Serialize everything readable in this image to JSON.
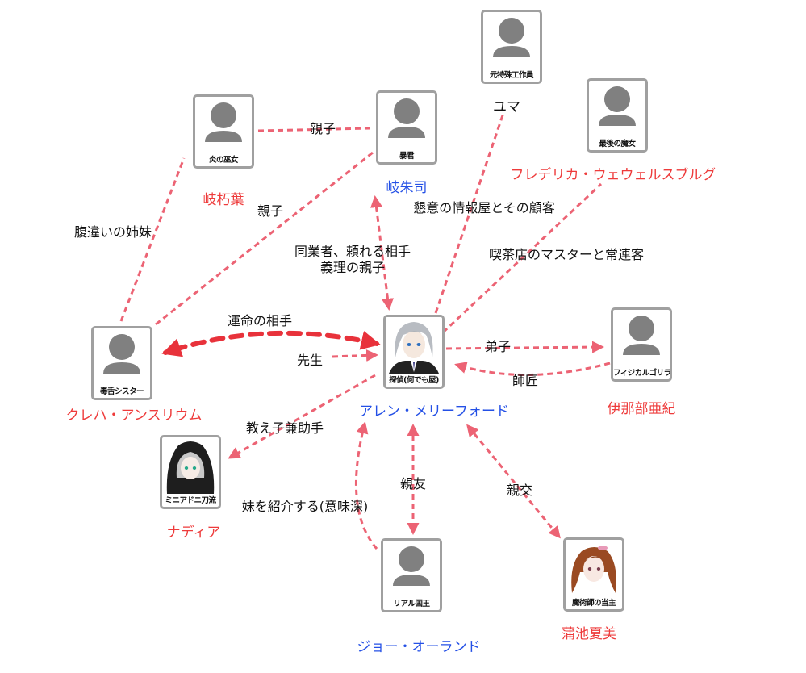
{
  "colors": {
    "edge": "#ec6374",
    "edge_strong": "#e8323b",
    "name_red": "#ee3b3b",
    "name_blue": "#2450e6",
    "card_border": "#a0a0a0",
    "avatar": "#808080"
  },
  "nodes": [
    {
      "id": "allen",
      "role": "探偵(何でも屋)",
      "name": "アレン・メリーフォード",
      "name_color": "blue",
      "avatar": "illustration-silver-hair"
    },
    {
      "id": "yuma",
      "role": "元特殊工作員",
      "name": "ユマ",
      "name_color": "black",
      "avatar": "default-person-icon"
    },
    {
      "id": "kishushi",
      "role": "暴君",
      "name": "岐朱司",
      "name_color": "blue",
      "avatar": "default-person-icon"
    },
    {
      "id": "kikyuuha",
      "role": "炎の巫女",
      "name": "岐朽葉",
      "name_color": "red",
      "avatar": "default-person-icon"
    },
    {
      "id": "frederica",
      "role": "最後の魔女",
      "name": "フレデリカ・ウェウェルスブルグ",
      "name_color": "red",
      "avatar": "default-person-icon"
    },
    {
      "id": "kureha",
      "role": "毒舌シスター",
      "name": "クレハ・アンスリウム",
      "name_color": "red",
      "avatar": "default-person-icon"
    },
    {
      "id": "iname",
      "role": "フィジカルゴリラ",
      "name": "伊那部亜紀",
      "name_color": "red",
      "avatar": "default-person-icon"
    },
    {
      "id": "nadia",
      "role": "ミニアドニ刀流",
      "name": "ナディア",
      "name_color": "red",
      "avatar": "illustration-hooded"
    },
    {
      "id": "joe",
      "role": "リアル国王",
      "name": "ジョー・オーランド",
      "name_color": "blue",
      "avatar": "default-person-icon"
    },
    {
      "id": "natsumi",
      "role": "魔術師の当主",
      "name": "蒲池夏美",
      "name_color": "red",
      "avatar": "illustration-brown-hair"
    }
  ],
  "edges": [
    {
      "from": "kikyuuha",
      "to": "kishushi",
      "label": "親子",
      "arrow": "none"
    },
    {
      "from": "kureha",
      "to": "kishushi",
      "label": "親子",
      "arrow": "none"
    },
    {
      "from": "kureha",
      "to": "kikyuuha",
      "label": "腹違いの姉妹",
      "arrow": "none"
    },
    {
      "from": "allen",
      "to": "kishushi",
      "label": "同業者、頼れる相手\n義理の親子",
      "arrow": "both"
    },
    {
      "from": "allen",
      "to": "yuma",
      "label": "懇意の情報屋とその顧客",
      "arrow": "none"
    },
    {
      "from": "allen",
      "to": "frederica",
      "label": "喫茶店のマスターと常連客",
      "arrow": "none"
    },
    {
      "from": "allen",
      "to": "kureha",
      "label": "運命の相手",
      "arrow": "both",
      "strong": true
    },
    {
      "from": "nadia",
      "to": "allen",
      "label": "先生",
      "arrow": "to"
    },
    {
      "from": "allen",
      "to": "nadia",
      "label": "教え子兼助手",
      "arrow": "to"
    },
    {
      "from": "allen",
      "to": "iname",
      "label": "弟子",
      "arrow": "to"
    },
    {
      "from": "iname",
      "to": "allen",
      "label": "師匠",
      "arrow": "to"
    },
    {
      "from": "joe",
      "to": "allen",
      "label": "妹を紹介する(意味深)",
      "arrow": "to"
    },
    {
      "from": "allen",
      "to": "joe",
      "label": "親友",
      "arrow": "both"
    },
    {
      "from": "allen",
      "to": "natsumi",
      "label": "親交",
      "arrow": "both"
    }
  ]
}
